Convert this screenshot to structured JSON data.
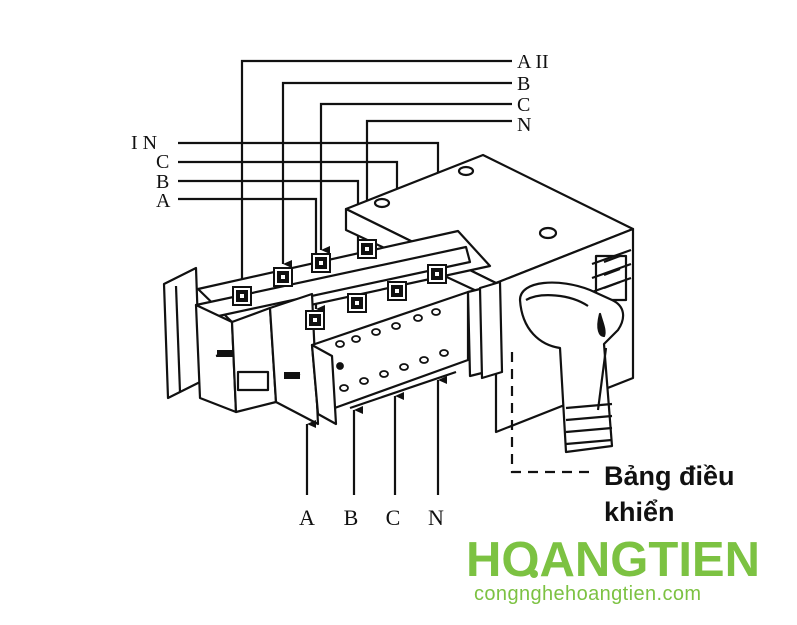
{
  "labels": {
    "source_two": [
      "A II",
      "B",
      "C",
      "N"
    ],
    "source_one": [
      "I N",
      "C",
      "B",
      "A"
    ],
    "bottom": [
      "A",
      "B",
      "C",
      "N"
    ]
  },
  "caption": {
    "line1": "Bảng điều",
    "line2": "khiển"
  },
  "logo": {
    "word": "HOANGTIEN",
    "url": "congnghehoangtien.com"
  },
  "colors": {
    "brand": "#7cc242",
    "ink": "#111111",
    "background": "#ffffff"
  },
  "icons": [
    "wifi-signal-icon"
  ]
}
